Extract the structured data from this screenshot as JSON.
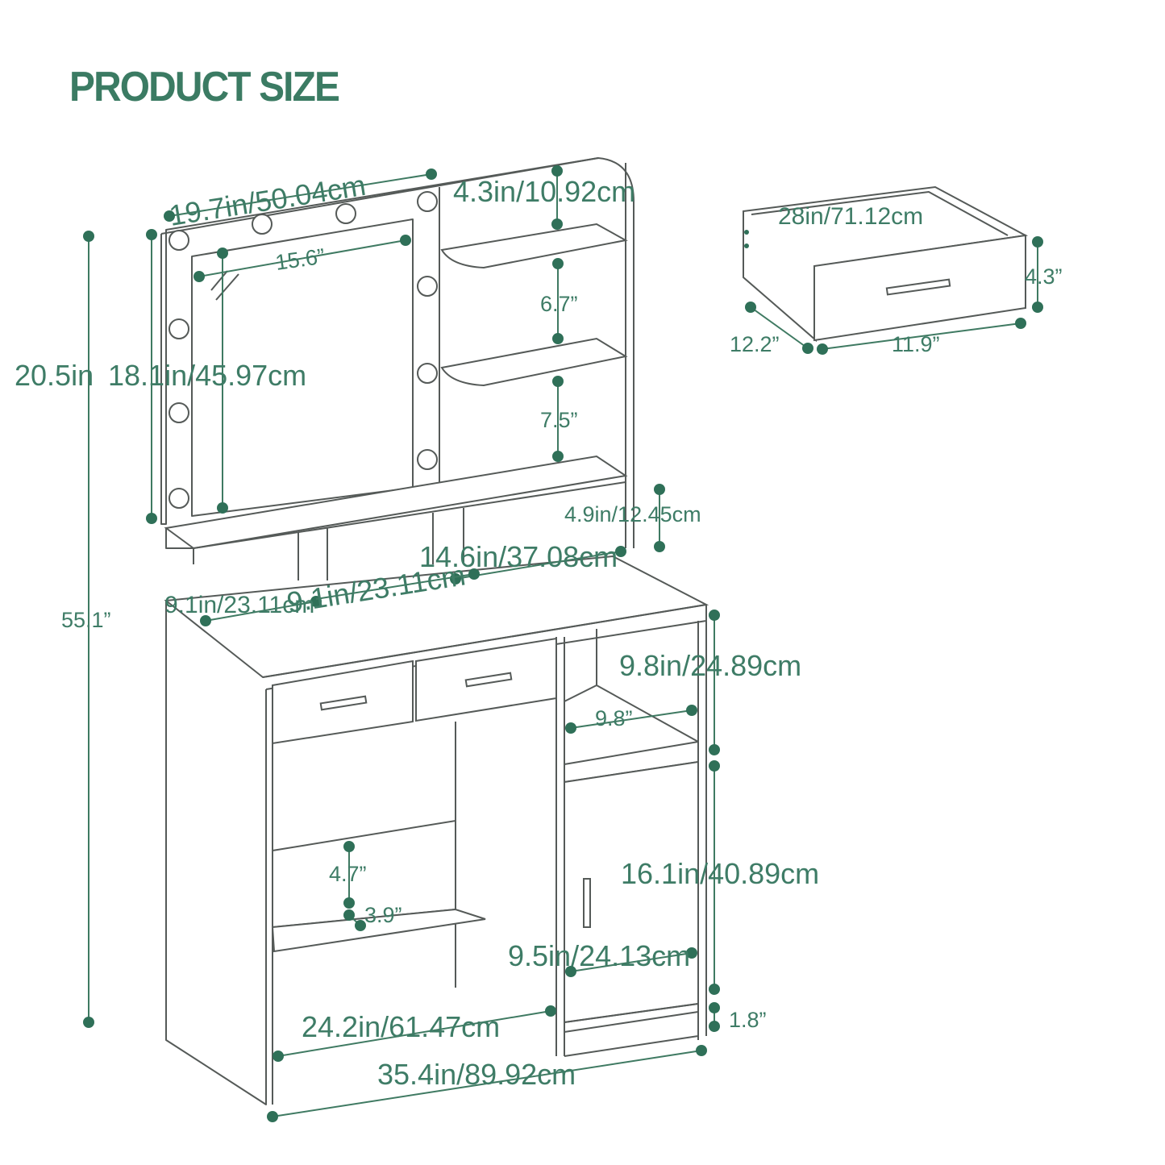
{
  "title": "PRODUCT SIZE",
  "colors": {
    "accent": "#3b7b63",
    "line": "#555a58",
    "dot": "#2f7058"
  },
  "dimensions": {
    "mirror_width": "19.7in/50.04cm",
    "mirror_inner_width": "15.6”",
    "top_shelf_height": "4.3in/10.92cm",
    "shelf1_height": "6.7”",
    "shelf2_height": "7.5”",
    "hutch_height": "20.5in",
    "mirror_height": "18.1in/45.97cm",
    "total_height": "55.1”",
    "hutch_base_height": "4.9in/12.45cm",
    "hutch_depth": "14.6in/37.08cm",
    "cubby_width": "9.1in/23.11cm",
    "cubby_depth": "9.1in/23.11cm",
    "cabinet_open_height": "9.8in/24.89cm",
    "cabinet_open_depth": "9.8”",
    "lower_shelf_height": "4.7”",
    "lower_shelf_depth": "3.9”",
    "cabinet_door_height": "16.1in/40.89cm",
    "cabinet_width": "9.5in/24.13cm",
    "knee_width": "24.2in/61.47cm",
    "base_height": "1.8”",
    "total_width": "35.4in/89.92cm"
  },
  "drawer": {
    "width": "28in/71.12cm",
    "height": "4.3”",
    "depth": "12.2”",
    "front_width": "11.9”"
  }
}
